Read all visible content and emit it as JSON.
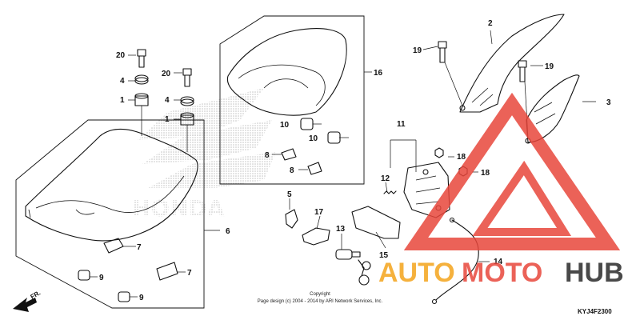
{
  "diagram": {
    "labels": {
      "p1a": "1",
      "p1b": "1",
      "p2": "2",
      "p3": "3",
      "p4a": "4",
      "p4b": "4",
      "p5": "5",
      "p6": "6",
      "p7a": "7",
      "p7b": "7",
      "p8a": "8",
      "p8b": "8",
      "p9a": "9",
      "p9b": "9",
      "p10a": "10",
      "p10b": "10",
      "p11": "11",
      "p12": "12",
      "p13": "13",
      "p14": "14",
      "p15": "15",
      "p16": "16",
      "p17": "17",
      "p18a": "18",
      "p18b": "18",
      "p19a": "19",
      "p19b": "19",
      "p20a": "20",
      "p20b": "20"
    },
    "fr_arrow": "FR.",
    "copyright_line1": "Copyright",
    "copyright_line2": "Page design (c) 2004 - 2014 by ARI Network Services, Inc.",
    "diagram_code": "KYJ4F2300",
    "watermark": {
      "auto": "AUTO",
      "moto": "MOTO",
      "hub": "HUB",
      "color_red": "#e8473c",
      "color_orange": "#f4a41c",
      "color_dark": "#2a2a2a"
    },
    "brand_watermark": "HONDA"
  }
}
